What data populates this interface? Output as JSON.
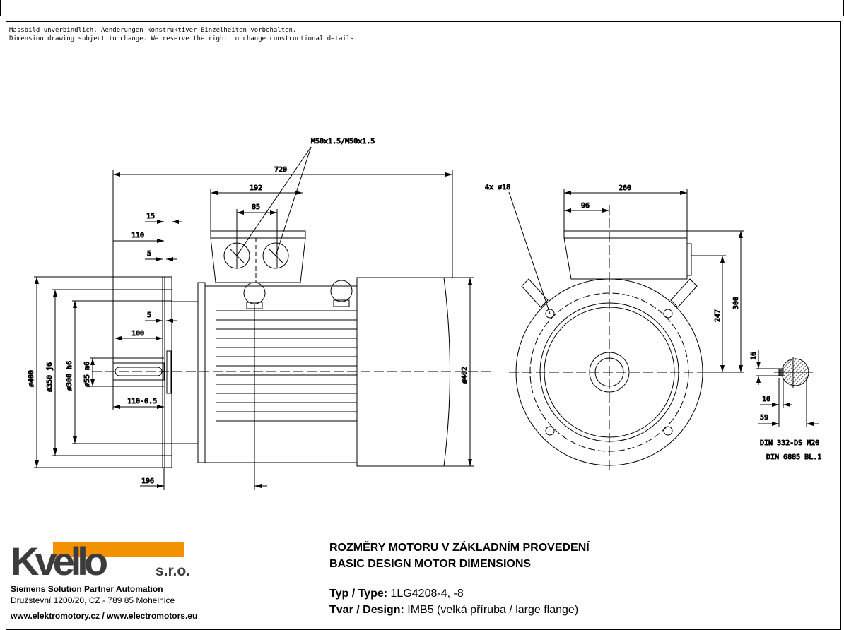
{
  "notes": {
    "line1": "Massbild unverbindlich. Aenderungen konstruktiver Einzelheiten vorbehalten.",
    "line2": "Dimension drawing subject to change. We reserve the right to change constructional details."
  },
  "drawing": {
    "thread_label": "M50x1.5/M50x1.5",
    "side_view": {
      "d720": "720",
      "d192": "192",
      "d85": "85",
      "d15": "15",
      "d110": "110",
      "d5a": "5",
      "d5b": "5",
      "d100": "100",
      "d110tol": "110-0.5",
      "d196": "196",
      "dia400": "ø400",
      "dia350": "ø350 j6",
      "dia300": "ø300 h6",
      "dia55": "ø55 m6",
      "dia402": "ø402"
    },
    "end_view": {
      "holes": "4x ø18",
      "d260": "260",
      "d96": "96",
      "d300": "300",
      "d247": "247"
    },
    "shaft_section": {
      "d16": "16",
      "d10": "10",
      "d59": "59",
      "din1": "DIN 332-DS M20",
      "din2": "DIN 6885 BL.1"
    }
  },
  "company": {
    "logo_text": "Kvello",
    "logo_suffix": "s.r.o.",
    "tagline": "Siemens Solution Partner Automation",
    "address": "Družstevní 1200/20, CZ - 789 85 Mohelnice",
    "web": "www.elektromotory.cz / www.electromotors.eu",
    "colors": {
      "orange": "#f39200",
      "gray": "#3c3c3c"
    }
  },
  "title_block": {
    "title_cz": "ROZMĚRY MOTORU V ZÁKLADNÍM PROVEDENÍ",
    "title_en": "BASIC DESIGN MOTOR DIMENSIONS",
    "type_label": "Typ / Type:",
    "type_value": "1LG4208-4, -8",
    "design_label": "Tvar / Design:",
    "design_value": "IMB5 (velká příruba / large flange)"
  }
}
